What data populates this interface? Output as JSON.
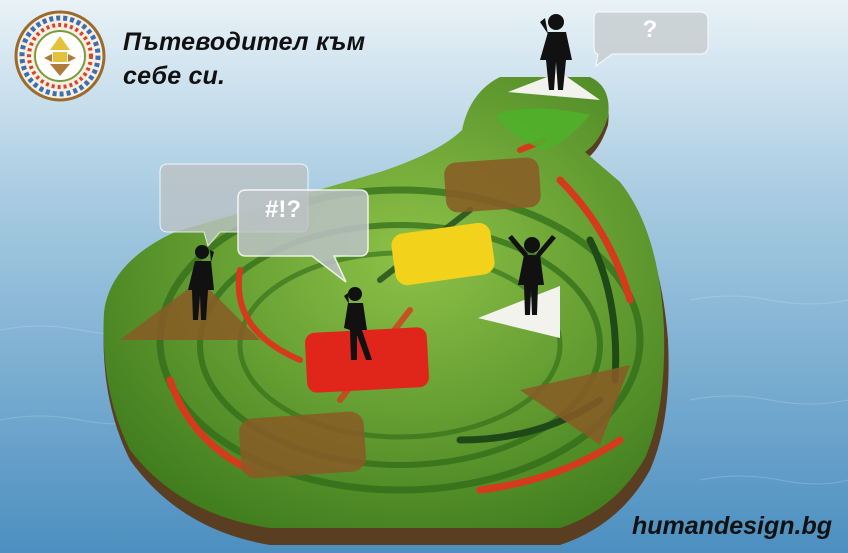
{
  "title": {
    "line1": "Пътеводител към",
    "line2": "себе си."
  },
  "site_url": "humandesign.bg",
  "bubbles": {
    "question": "?",
    "exclaim": "#!?"
  },
  "colors": {
    "sea": "#6fa8cf",
    "grass": "#4f8a23",
    "grass_light": "#78b03a",
    "path_red": "#d63a1c",
    "path_dark": "#1f4a18",
    "center_red": "#e0261a",
    "center_yellow": "#f2d21a",
    "center_brown": "#8a5a26",
    "center_green": "#4fb02a"
  },
  "icons": [
    "mandala-logo-icon",
    "person-thinking-icon",
    "person-cheering-icon",
    "speech-bubble-icon"
  ]
}
